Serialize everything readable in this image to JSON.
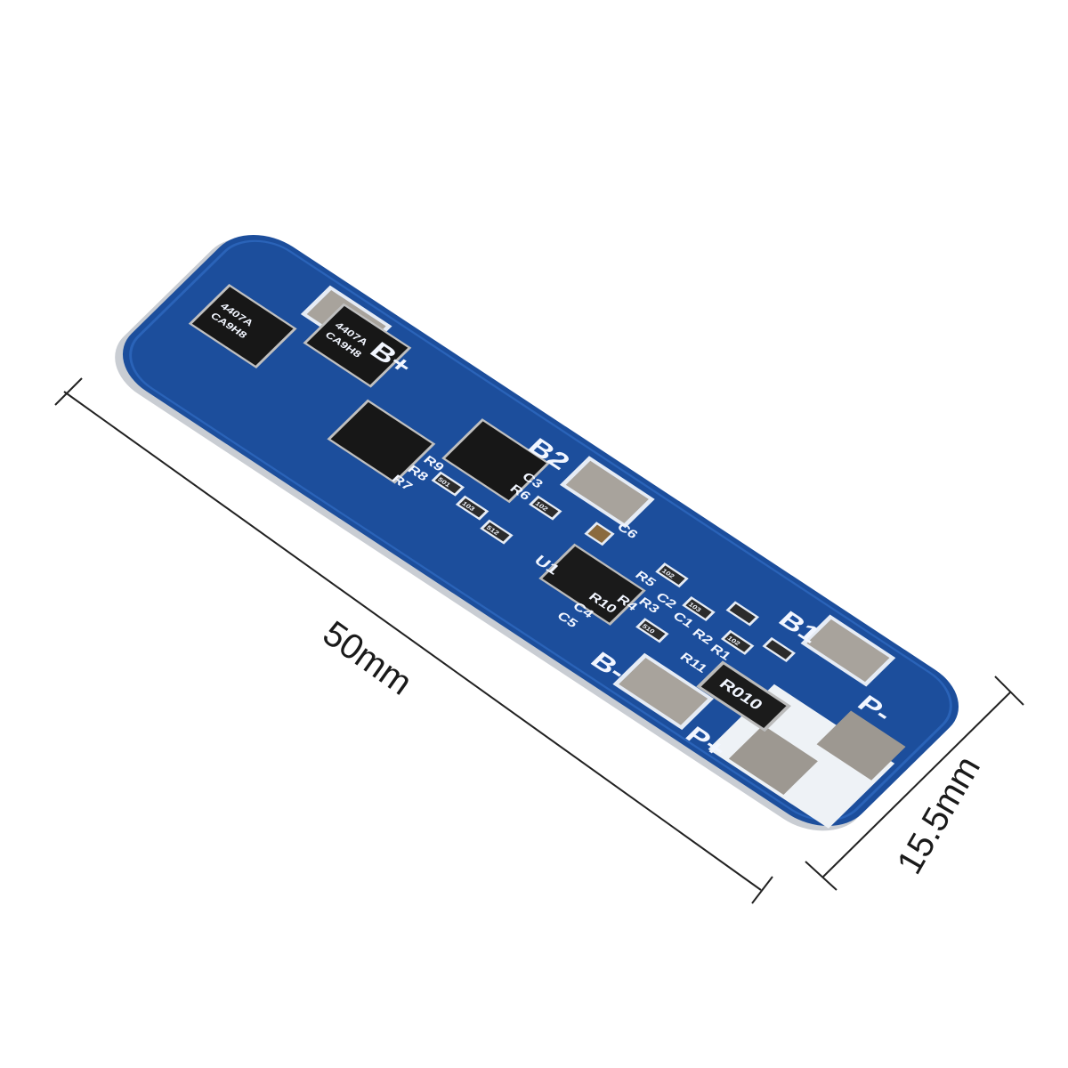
{
  "dimensions": {
    "length_label": "50mm",
    "width_label": "15.5mm"
  },
  "board": {
    "color": "#1c4e9c",
    "pad_labels": {
      "b_plus": "B+",
      "b2": "B2",
      "b1": "B1",
      "b_minus": "B-",
      "p_minus": "P-",
      "p_plus": "P+"
    },
    "ic_label": "U1",
    "shunt_marking": "R010",
    "mosfet_marking": [
      "4407A",
      "CA9H8"
    ],
    "component_labels": [
      "C3",
      "R6",
      "R9",
      "R8",
      "R7",
      "C6",
      "R5",
      "C2",
      "C1",
      "R2",
      "R1",
      "R3",
      "R4",
      "R10",
      "C4",
      "C5",
      "R11"
    ],
    "resistor_markings": [
      "102",
      "501",
      "103",
      "512",
      "102",
      "103",
      "102",
      "510"
    ]
  }
}
